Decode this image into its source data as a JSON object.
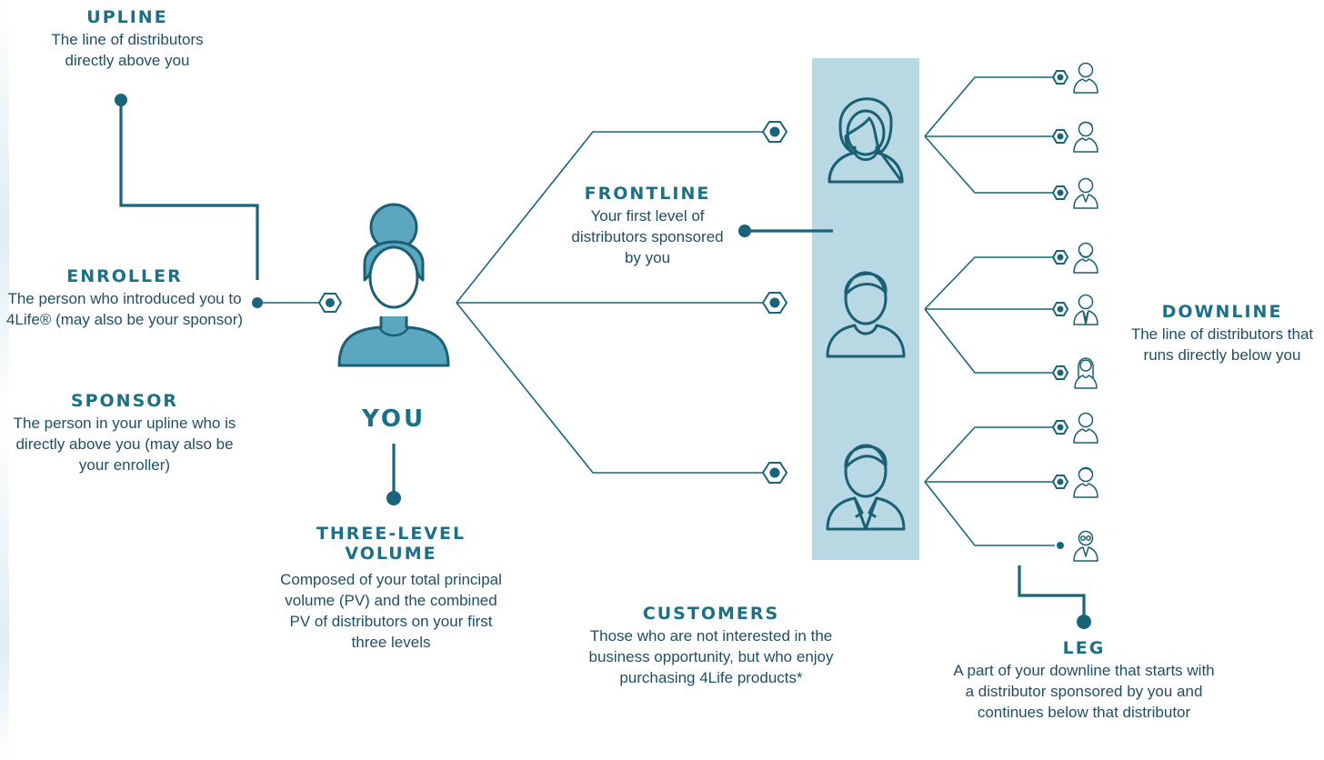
{
  "colors": {
    "line": "#18657b",
    "person_fill": "#5aa7bf",
    "person_stroke": "#1b5f74",
    "highlight_band": "#b8d9e3",
    "heading": "#1b6f86",
    "text": "#1f4f60"
  },
  "upline": {
    "title": "UPLINE",
    "desc": "The line of distributors directly above you"
  },
  "enroller": {
    "title": "ENROLLER",
    "desc": "The person who introduced you to 4Life® (may also be your sponsor)"
  },
  "sponsor": {
    "title": "SPONSOR",
    "desc": "The person in your upline who is directly above you (may also be your enroller)"
  },
  "you": {
    "label": "YOU"
  },
  "three_level_volume": {
    "title": "THREE-LEVEL VOLUME",
    "desc": "Composed of your total principal volume (PV) and the combined PV of distributors on your first three levels"
  },
  "frontline": {
    "title": "FRONTLINE",
    "desc": "Your first level of distributors sponsored by you"
  },
  "customers": {
    "title": "CUSTOMERS",
    "desc": "Those who are not interested in the business opportunity, but who enjoy purchasing 4Life products*"
  },
  "downline": {
    "title": "DOWNLINE",
    "desc": "The line of distributors that runs directly below you"
  },
  "leg": {
    "title": "LEG",
    "desc": "A part of your downline that starts with a distributor sponsored by you and continues below that distributor"
  },
  "icons": {
    "you": "woman-with-bun-icon",
    "frontline": [
      "woman-icon",
      "man-icon",
      "man-in-suit-icon"
    ],
    "downline": [
      "person-icon",
      "man-icon",
      "person-icon",
      "bearded-man-icon",
      "man-with-tie-icon",
      "woman-long-hair-icon",
      "person-icon",
      "man-icon",
      "man-with-glasses-icon"
    ],
    "connector": "hexagon-node-icon"
  }
}
